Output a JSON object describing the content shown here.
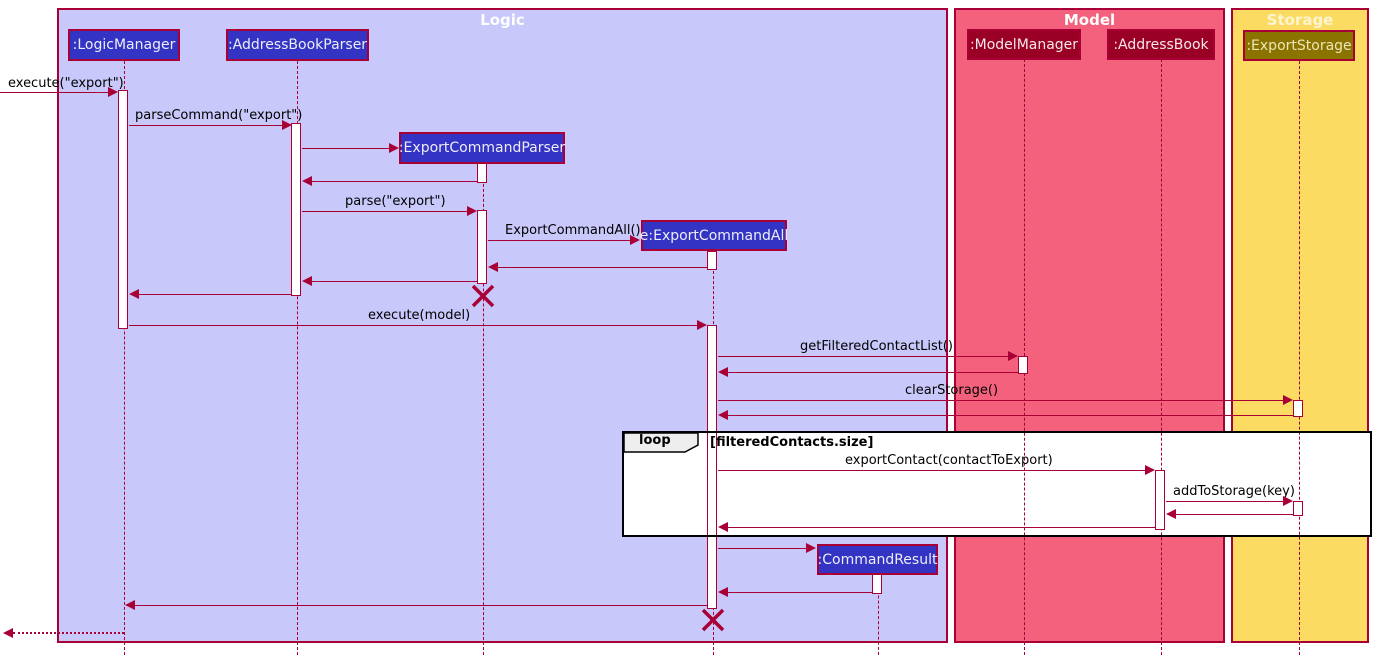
{
  "diagram_type": "uml-sequence-diagram",
  "frames": {
    "logic": {
      "title": "Logic"
    },
    "model": {
      "title": "Model"
    },
    "storage": {
      "title": "Storage"
    }
  },
  "participants": {
    "logic_manager": ":LogicManager",
    "address_book_parser": ":AddressBookParser",
    "export_command_parser": ":ExportCommandParser",
    "export_command_all": "e:ExportCommandAll",
    "command_result": ":CommandResult",
    "model_manager": ":ModelManager",
    "address_book": ":AddressBook",
    "export_storage": ":ExportStorage"
  },
  "messages": {
    "execute_export": "execute(\"export\")",
    "parse_command": "parseCommand(\"export\")",
    "parse": "parse(\"export\")",
    "export_command_all_ctor": "ExportCommandAll()",
    "execute_model": "execute(model)",
    "get_filtered_contact_list": "getFilteredContactList()",
    "clear_storage": "clearStorage()",
    "export_contact": "exportContact(contactToExport)",
    "add_to_storage": "addToStorage(key)"
  },
  "fragment": {
    "operator": "loop",
    "guard": "[filteredContacts.size]"
  },
  "colors": {
    "accent_border": "#A80036",
    "logic_frame_bg": "#C8C8FA",
    "model_frame_bg": "#F4617D",
    "storage_frame_bg": "#FCDB63",
    "logic_participant_bg": "#3333C4",
    "model_participant_bg": "#990024",
    "storage_participant_bg": "#8B7300",
    "fragment_border": "#000000",
    "fragment_label_bg": "#EEEEEE",
    "activation_fill": "#FFFFFF"
  }
}
